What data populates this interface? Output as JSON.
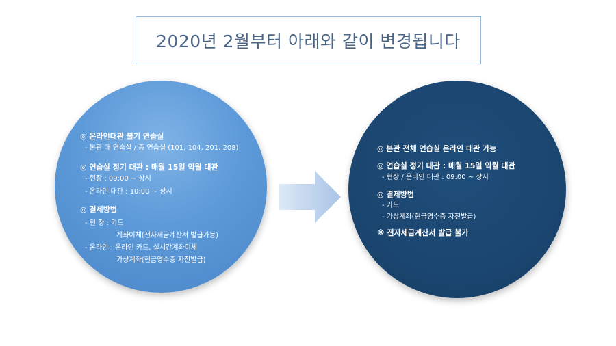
{
  "title": "2020년 2월부터 아래와 같이 변경됩니다",
  "left": {
    "lines": [
      "◎ 온라인대관 불기 연습실",
      "- 본관 대 연습실 / 중 연습실 (101, 104, 201, 208)",
      "◎ 연습실 정기 대관 : 매월 15일 익월 대관",
      "- 현장 : 09:00 ~ 상시",
      "- 온라인 대관 : 10:00 ~ 상시",
      "◎ 결제방법",
      "- 현  장 : 카드",
      "계좌이체(전자세금계산서 발급가능)",
      "- 온라인 : 온라인 카드, 실시간계좌이체",
      "가상계좌(현금영수증 자진발급)"
    ]
  },
  "right": {
    "lines": [
      "◎ 본관 전체 연습실 온라인 대관 가능",
      "◎ 연습실 정기 대관 : 매월 15일 익월 대관",
      "- 현장 / 온라인 대관 : 09:00 ~ 상시",
      "◎ 결제방법",
      "- 카드",
      "- 가상계좌(현금영수증 자진발급)",
      "※ 전자세금계산서 발급 불가"
    ]
  },
  "colors": {
    "title_text": "#4a6486",
    "title_border": "#9db8d6",
    "left_circle": "#5d9ad9",
    "right_circle": "#1b4670",
    "arrow": "#a9c4e6"
  }
}
